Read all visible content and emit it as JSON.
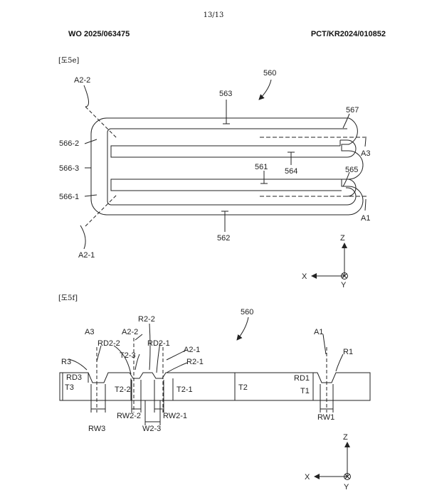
{
  "header": {
    "page_number": "13/13",
    "publication_number": "WO 2025/063475",
    "application_number": "PCT/KR2024/010852"
  },
  "figure_top": {
    "label": "[도5e]",
    "ref_main": "560",
    "labels": {
      "a22": "A2-2",
      "a21": "A2-1",
      "a3": "A3",
      "a1": "A1",
      "r563": "563",
      "r567": "567",
      "r5662": "566-2",
      "r5663": "566-3",
      "r5661": "566-1",
      "r564": "564",
      "r561": "561",
      "r565": "565",
      "r562": "562"
    },
    "axes": {
      "z": "Z",
      "x": "X",
      "y": "Y"
    }
  },
  "figure_bottom": {
    "label": "[도5f]",
    "ref_main": "560",
    "labels": {
      "a3": "A3",
      "a22": "A2-2",
      "a21": "A2-1",
      "a1": "A1",
      "r22": "R2-2",
      "rd22": "RD2-2",
      "rd21": "RD2-1",
      "t23": "T2-3",
      "r21": "R2-1",
      "r3": "R3",
      "r1": "R1",
      "rd3": "RD3",
      "t3": "T3",
      "t22": "T2-2",
      "t21": "T2-1",
      "t2": "T2",
      "rd1": "RD1",
      "t1": "T1",
      "rw22": "RW2-2",
      "rw21": "RW2-1",
      "w23": "W2-3",
      "rw3": "RW3",
      "rw1": "RW1"
    },
    "axes": {
      "z": "Z",
      "x": "X",
      "y": "Y"
    }
  }
}
